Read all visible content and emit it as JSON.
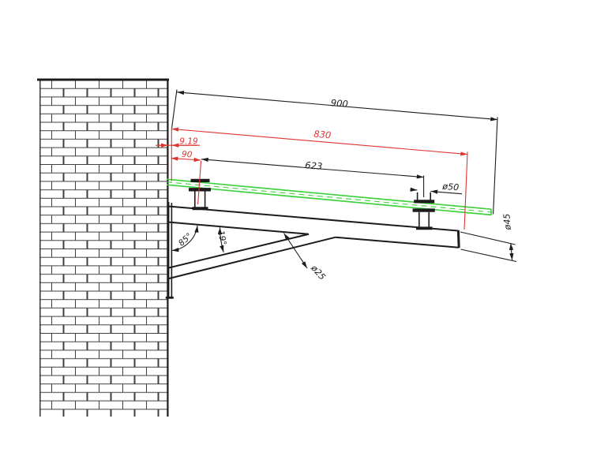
{
  "dims": {
    "overall": "900",
    "to_arm_end": "830",
    "clamp_spacing": "623",
    "glass_offset": "9.19",
    "first_clamp_offset": "90",
    "clamp_disc_dia": "ø50",
    "arm_tube_dia": "ø45",
    "brace_tube_dia": "ø25",
    "wall_to_arm_angle": "85°",
    "arm_to_brace_angle": "19°"
  },
  "colors": {
    "outline": "#1c1c1c",
    "dimension_red": "#de3431",
    "glass_green": "#3fd13f",
    "brick_line": "#3f3f3f"
  }
}
